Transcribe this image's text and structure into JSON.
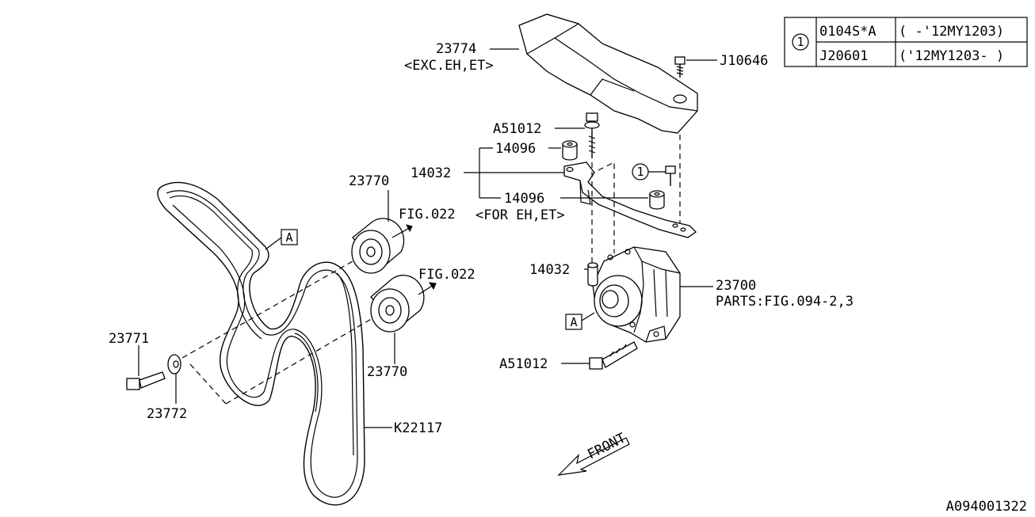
{
  "callouts": {
    "p23774": "23774",
    "p23774_note": "<EXC.EH,ET>",
    "j10646": "J10646",
    "a51012_top": "A51012",
    "p14096_top": "14096",
    "p14032_bracket": "14032",
    "p14096_bottom": "14096",
    "p14096_note": "<FOR EH,ET>",
    "p14032_lower": "14032",
    "p23700": "23700",
    "p23700_note": "PARTS:FIG.094-2,3",
    "a51012_bottom": "A51012",
    "p23770_top": "23770",
    "fig022_top": "FIG.022",
    "fig022_bottom": "FIG.022",
    "p23770_bottom": "23770",
    "p23771": "23771",
    "p23772": "23772",
    "k22117": "K22117",
    "ref_a": "A",
    "ref_a2": "A",
    "circle1": "1",
    "front": "FRONT",
    "diagram_id": "A094001322"
  },
  "table": {
    "circle": "1",
    "rows": [
      {
        "part": "0104S*A",
        "range": "( -'12MY1203)"
      },
      {
        "part": "J20601",
        "range": "('12MY1203- )"
      }
    ]
  }
}
